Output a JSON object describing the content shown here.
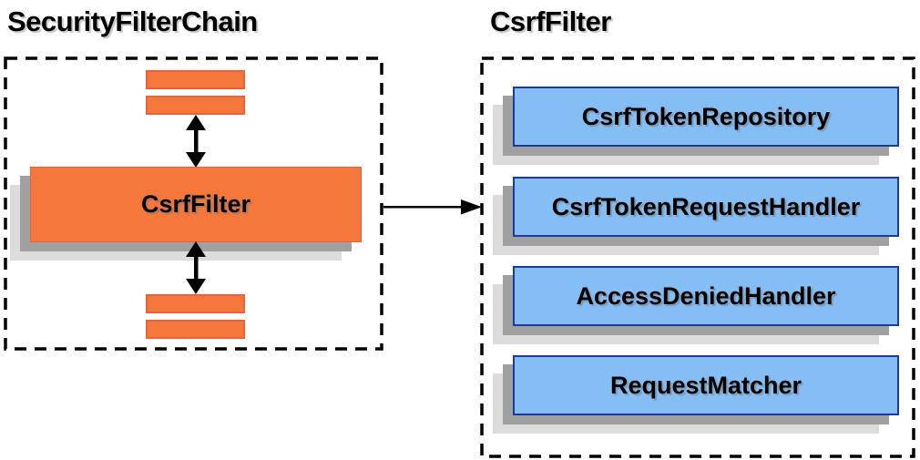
{
  "left_panel": {
    "title": "SecurityFilterChain",
    "filter_box_label": "CsrfFilter"
  },
  "right_panel": {
    "title": "CsrfFilter",
    "components": [
      {
        "label": "CsrfTokenRepository"
      },
      {
        "label": "CsrfTokenRequestHandler"
      },
      {
        "label": "AccessDeniedHandler"
      },
      {
        "label": "RequestMatcher"
      }
    ]
  },
  "icons": {
    "vertical_flow_arrow": "bidirectional-arrow",
    "reference_arrow": "right-arrow"
  },
  "colors": {
    "orange_fill": "#F4783C",
    "orange_border": "#ED603C",
    "blue_fill": "#85BEF4",
    "blue_border": "#1A3A9C",
    "shadow_dark": "#A0A0A0",
    "shadow_light": "#DCDCDC",
    "outline": "#000000",
    "text": "#000000",
    "arrow": "#000000"
  }
}
